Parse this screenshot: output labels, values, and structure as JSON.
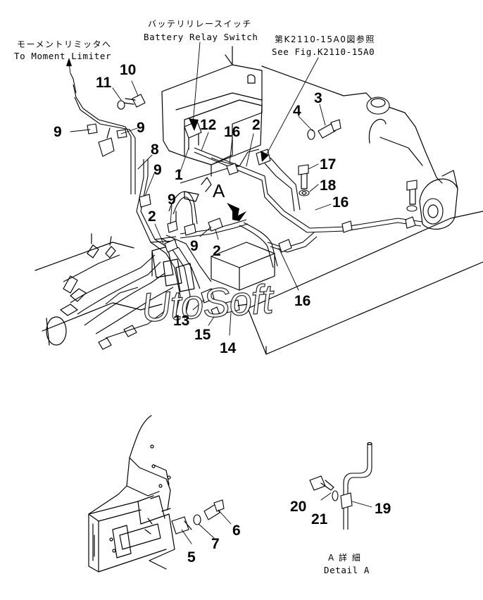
{
  "annotations": {
    "moment_limiter_jp": "モーメントリミッタへ",
    "moment_limiter_en": "To Moment Limiter",
    "battery_relay_jp": "バッテリリレースイッチ",
    "battery_relay_en": "Battery Relay Switch",
    "see_fig_jp": "第K2110-15A0図参照",
    "see_fig_en": "See Fig.K2110-15A0",
    "detail_jp": "A 詳 細",
    "detail_en": "Detail A",
    "view_letter": "A"
  },
  "watermark": "UtoSoft",
  "callouts": [
    {
      "id": "c10",
      "label": "10"
    },
    {
      "id": "c11",
      "label": "11"
    },
    {
      "id": "c9a",
      "label": "9"
    },
    {
      "id": "c9b",
      "label": "9"
    },
    {
      "id": "c8",
      "label": "8"
    },
    {
      "id": "c9c",
      "label": "9"
    },
    {
      "id": "c1",
      "label": "1"
    },
    {
      "id": "c12",
      "label": "12"
    },
    {
      "id": "c16a",
      "label": "16"
    },
    {
      "id": "c2a",
      "label": "2"
    },
    {
      "id": "c4",
      "label": "4"
    },
    {
      "id": "c3",
      "label": "3"
    },
    {
      "id": "c17",
      "label": "17"
    },
    {
      "id": "c18",
      "label": "18"
    },
    {
      "id": "c16b",
      "label": "16"
    },
    {
      "id": "c9d",
      "label": "9"
    },
    {
      "id": "c2b",
      "label": "2"
    },
    {
      "id": "c9e",
      "label": "9"
    },
    {
      "id": "c2c",
      "label": "2"
    },
    {
      "id": "c16c",
      "label": "16"
    },
    {
      "id": "c13",
      "label": "13"
    },
    {
      "id": "c15",
      "label": "15"
    },
    {
      "id": "c14",
      "label": "14"
    },
    {
      "id": "c20",
      "label": "20"
    },
    {
      "id": "c21",
      "label": "21"
    },
    {
      "id": "c19",
      "label": "19"
    },
    {
      "id": "c6",
      "label": "6"
    },
    {
      "id": "c7",
      "label": "7"
    },
    {
      "id": "c5",
      "label": "5"
    }
  ]
}
